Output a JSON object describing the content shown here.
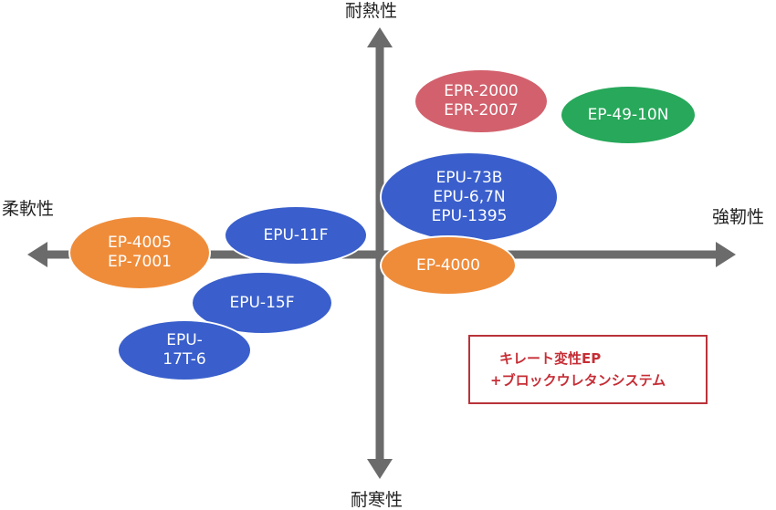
{
  "axes": {
    "top": "耐熱性",
    "bottom": "耐寒性",
    "left": "柔軟性",
    "right": "強靭性"
  },
  "products": {
    "epr": [
      "EPR-2000",
      "EPR-2007"
    ],
    "ep49": [
      "EP-49-10N"
    ],
    "epu73": [
      "EPU-73B",
      "EPU-6,7N",
      "EPU-1395"
    ],
    "ep4000": [
      "EP-4000"
    ],
    "epu11f": [
      "EPU-11F"
    ],
    "ep4005": [
      "EP-4005",
      "EP-7001"
    ],
    "epu15f": [
      "EPU-15F"
    ],
    "epu17t": [
      "EPU-",
      "17T-6"
    ]
  },
  "legend": {
    "line1": "キレート変性EP",
    "line2": "+ブロックウレタンシステム"
  },
  "colors": {
    "axis": "#6b6b6b",
    "blue": "#3a5fcc",
    "orange": "#ef8c3a",
    "pink": "#d2616d",
    "green": "#27a85a",
    "legend_red": "#c62e36"
  }
}
